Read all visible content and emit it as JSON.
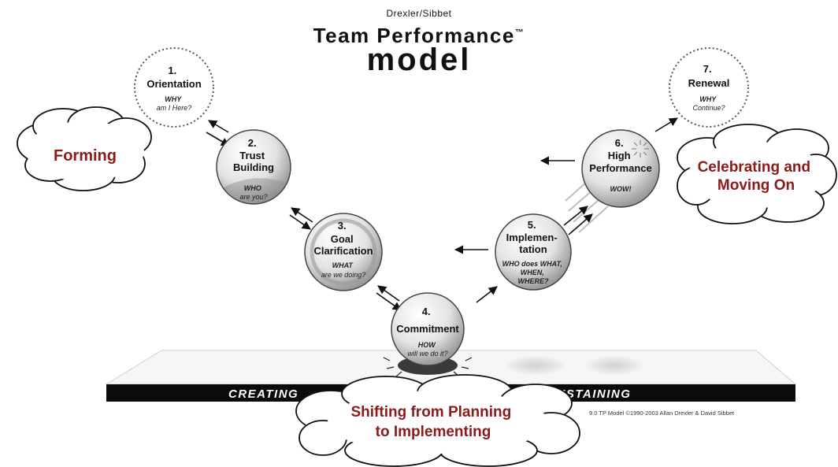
{
  "header": {
    "authors": "Drexler/Sibbet",
    "title": "Team Performance",
    "tm": "™",
    "subtitle": "model"
  },
  "stages": [
    {
      "number": "1.",
      "name_lines": [
        "Orientation"
      ],
      "q_lines": [
        "WHY",
        "am I Here?"
      ]
    },
    {
      "number": "2.",
      "name_lines": [
        "Trust",
        "Building"
      ],
      "q_lines": [
        "WHO",
        "are you?"
      ]
    },
    {
      "number": "3.",
      "name_lines": [
        "Goal",
        "Clarification"
      ],
      "q_lines": [
        "WHAT",
        "are we doing?"
      ]
    },
    {
      "number": "4.",
      "name_lines": [
        "Commitment"
      ],
      "q_lines": [
        "HOW",
        "will we do it?"
      ]
    },
    {
      "number": "5.",
      "name_lines": [
        "Implemen-",
        "tation"
      ],
      "q_lines": [
        "WHO does WHAT,",
        "WHEN,",
        "WHERE?"
      ]
    },
    {
      "number": "6.",
      "name_lines": [
        "High",
        "Performance"
      ],
      "q_lines": [
        "WOW!"
      ]
    },
    {
      "number": "7.",
      "name_lines": [
        "Renewal"
      ],
      "q_lines": [
        "WHY",
        "Continue?"
      ]
    }
  ],
  "platform": {
    "creating": "CREATING",
    "sustaining": "SUSTAINING",
    "copyright": "9.0 TP Model ©1990-2003 Allan Drexler & David Sibbet"
  },
  "clouds": {
    "forming": "Forming",
    "celebrating": [
      "Celebrating and",
      "Moving On"
    ],
    "shifting": [
      "Shifting from Planning",
      "to Implementing"
    ]
  },
  "colors": {
    "cloud_text": "#8b1a1a",
    "ink": "#111111"
  }
}
